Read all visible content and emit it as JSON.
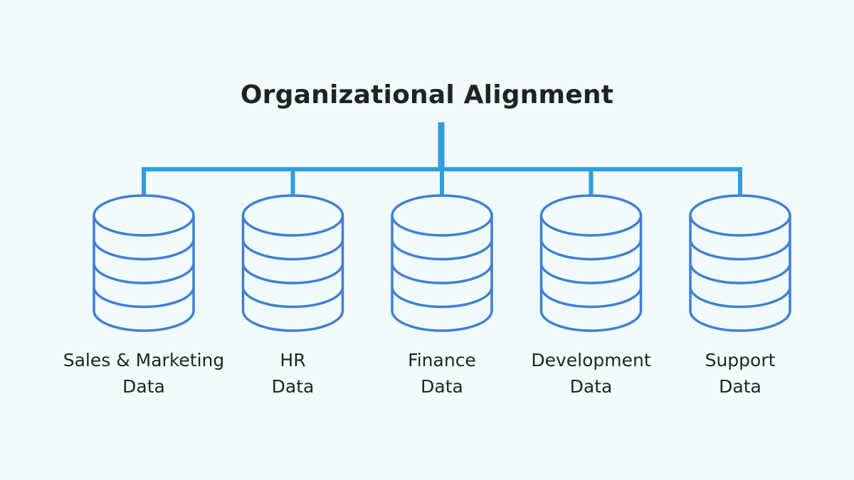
{
  "diagram": {
    "title": "Organizational Alignment",
    "colors": {
      "background": "#f1fbfd",
      "connector": "#2f9de0",
      "database_stroke": "#3f7fd6",
      "database_fill": "#f1fbfd",
      "text": "#1f2226"
    },
    "icon": "database-icon",
    "databases": [
      {
        "line1": "Sales & Marketing",
        "line2": "Data"
      },
      {
        "line1": "HR",
        "line2": "Data"
      },
      {
        "line1": "Finance",
        "line2": "Data"
      },
      {
        "line1": "Development",
        "line2": "Data"
      },
      {
        "line1": "Support",
        "line2": "Data"
      }
    ]
  }
}
